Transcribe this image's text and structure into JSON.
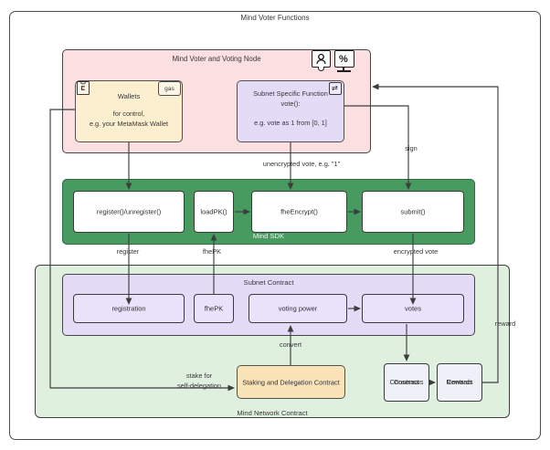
{
  "diagram": {
    "title": "Mind Voter Functions",
    "containers": {
      "voting_node": {
        "title": "Mind Voter and Voting Node",
        "color": "#fbdfe1"
      },
      "sdk": {
        "title": "Mind SDK",
        "color": "#479b61"
      },
      "network_contract": {
        "title": "Mind Network Contract",
        "color": "#dff0de"
      },
      "subnet_contract": {
        "title": "Subnet Contract",
        "color": "#e4dcf7"
      }
    },
    "icons": {
      "person_badge": "person-badge-icon",
      "monitor_percent": "monitor-percent-icon",
      "monitor_percent_glyph": "%",
      "wallet_card": "wallet-card-icon",
      "swap": "swap-arrows-icon",
      "swap_glyph": "⇄"
    },
    "nodes": {
      "wallets": {
        "title": "Wallets",
        "detail_line1": "for control,",
        "detail_line2": "e.g. your MetaMask Wallet",
        "badge": "gas",
        "color": "#fcefd0"
      },
      "subnet_function": {
        "title_line1": "Subnet Specific Function",
        "title_line2": "vote():",
        "detail": "e.g. vote as 1 from [0, 1]",
        "color": "#e4dcf7"
      },
      "sdk_boxes": [
        {
          "label": "register()/unregister()"
        },
        {
          "label": "loadPK()"
        },
        {
          "label": "fheEncrypt()"
        },
        {
          "label": "submit()"
        }
      ],
      "subnet_boxes": [
        {
          "label": "registration"
        },
        {
          "label": "fhePK"
        },
        {
          "label": "voting power"
        },
        {
          "label": "votes"
        }
      ],
      "staking": {
        "label": "Staking and Delegation Contract",
        "color": "#fbe3b8"
      },
      "consensus": {
        "label": "Consensus\nContract",
        "line1": "Consensus",
        "line2": "Contract",
        "color": "#eef1f8"
      },
      "rewards": {
        "label": "Rewards\nContract",
        "line1": "Rewards",
        "line2": "Contract",
        "color": "#eef1f8"
      }
    },
    "edge_labels": {
      "unencrypted_vote": "unencrypted vote, e.g. \"1\"",
      "sign": "sign",
      "register": "register",
      "fhepk": "fhePK",
      "encrypted_vote": "encrypted vote",
      "convert": "convert",
      "reward": "reward",
      "stake_line1": "stake for",
      "stake_line2": "self-delegation"
    }
  }
}
